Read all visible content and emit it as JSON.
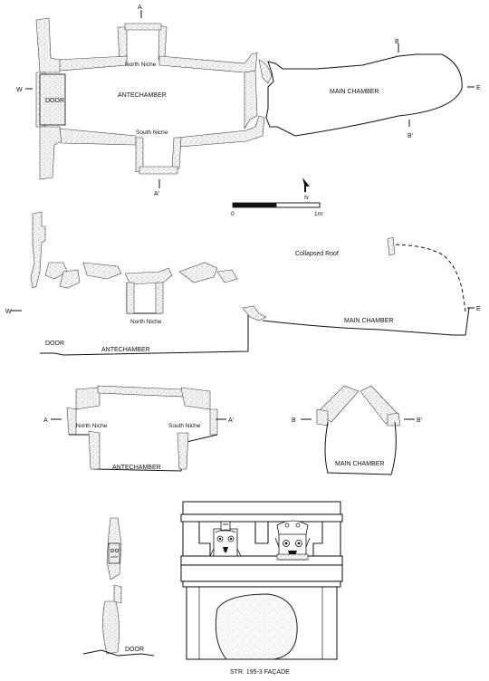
{
  "plan": {
    "antechamber": "ANTECHAMBER",
    "main_chamber": "MAIN CHAMBER",
    "north_niche": "North Niche",
    "south_niche": "South Niche",
    "door": "DOOR",
    "marker_a": "A",
    "marker_a_prime": "A'",
    "marker_b": "B",
    "marker_b_prime": "B'",
    "marker_w": "W",
    "marker_e": "E",
    "north": "N",
    "scale_start": "0",
    "scale_end": "1m"
  },
  "long_section": {
    "collapsed_roof": "Collapsed Roof",
    "north_niche": "North Niche",
    "main_chamber": "MAIN CHAMBER",
    "antechamber": "ANTECHAMBER",
    "door": "DOOR",
    "marker_w": "W",
    "marker_e": "E"
  },
  "section_a": {
    "marker_a": "A",
    "marker_a_prime": "A'",
    "north_niche": "North Niche",
    "south_niche": "South Niche",
    "antechamber": "ANTECHAMBER"
  },
  "section_b": {
    "marker_b": "B",
    "marker_b_prime": "B'",
    "main_chamber": "MAIN CHAMBER"
  },
  "facade": {
    "door": "DOOR",
    "caption": "STR. 195-3 FAÇADE"
  }
}
